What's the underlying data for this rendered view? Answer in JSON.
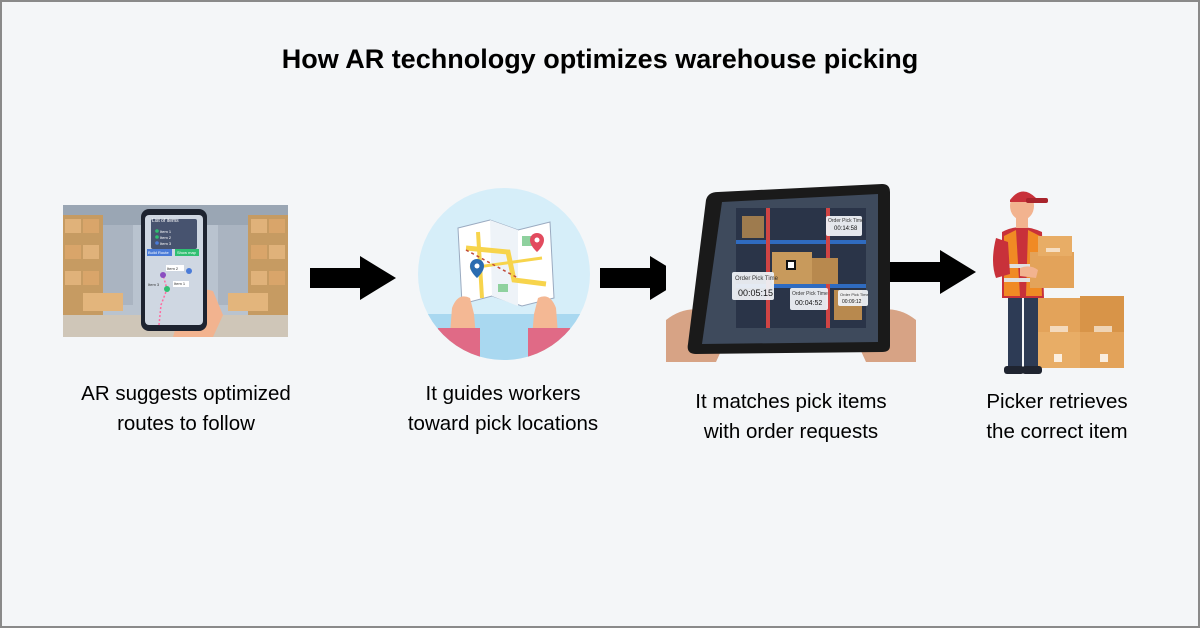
{
  "title": "How AR technology optimizes warehouse picking",
  "steps": [
    {
      "caption_line1": "AR suggests optimized",
      "caption_line2": "routes to follow",
      "icon": "ar-phone-warehouse-illustration",
      "screen": {
        "list_title": "List of items",
        "items": [
          "Item 1",
          "Item 2",
          "Item 3"
        ],
        "btn_left": "Build Route",
        "btn_right": "Show map",
        "tag_1": "Item 2",
        "tag_2": "Item 1",
        "tag_3": "Item 3"
      }
    },
    {
      "caption_line1": "It guides workers",
      "caption_line2": "toward pick locations",
      "icon": "map-in-hands-illustration"
    },
    {
      "caption_line1": "It matches pick items",
      "caption_line2": "with order requests",
      "icon": "ar-tablet-shelf-illustration",
      "overlays": [
        {
          "label": "Order Pick Time",
          "value": "00:05:15"
        },
        {
          "label": "Order Pick Time",
          "value": "00:04:52"
        },
        {
          "label": "Order Pick Time",
          "value": "00:14:58"
        },
        {
          "label": "Order Pick Time",
          "value": "00:09:12"
        }
      ]
    },
    {
      "caption_line1": "Picker retrieves",
      "caption_line2": "the correct item",
      "icon": "picker-with-boxes-illustration"
    }
  ],
  "colors": {
    "background": "#f4f6f8",
    "arrow": "#000000",
    "accent_green": "#2fbf71",
    "accent_blue": "#4a7bd8",
    "vest_orange": "#f08a24",
    "cap_red": "#c8313a",
    "box_brown": "#e3a35a"
  }
}
